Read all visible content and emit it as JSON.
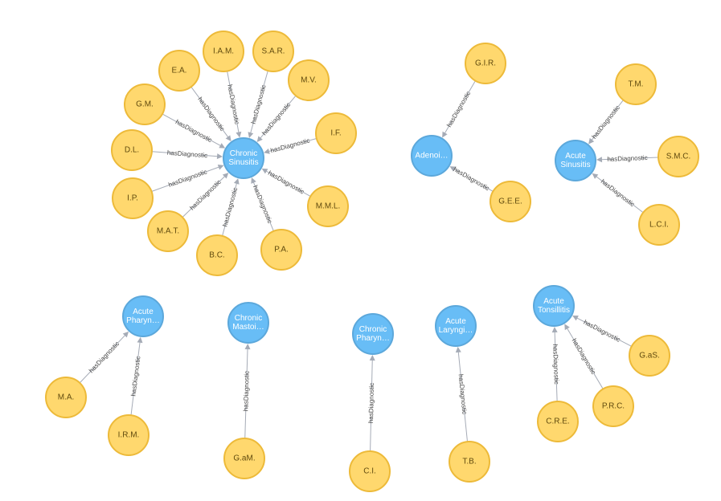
{
  "colors": {
    "disease_fill": "#68bdf6",
    "disease_stroke": "#5ca8db",
    "disease_text": "#ffffff",
    "patient_fill": "#ffd86e",
    "patient_stroke": "#edba39",
    "patient_text": "#604a0e",
    "edge": "#a5abb6"
  },
  "edge_label": "hasDiagnostic",
  "diseases": [
    {
      "id": "chronic_sinusitis",
      "lines": [
        "Chronic",
        "Sinusitis"
      ]
    },
    {
      "id": "adenoiditis",
      "lines": [
        "Adenoi…"
      ]
    },
    {
      "id": "acute_sinusitis",
      "lines": [
        "Acute",
        "Sinusitis"
      ]
    },
    {
      "id": "acute_pharyngitis",
      "lines": [
        "Acute",
        "Pharyn…"
      ]
    },
    {
      "id": "chronic_mastoiditis",
      "lines": [
        "Chronic",
        "Mastoi…"
      ]
    },
    {
      "id": "chronic_pharyngitis",
      "lines": [
        "Chronic",
        "Pharyn…"
      ]
    },
    {
      "id": "acute_laryngitis",
      "lines": [
        "Acute",
        "Laryngi…"
      ]
    },
    {
      "id": "acute_tonsillitis",
      "lines": [
        "Acute",
        "Tonsillitis"
      ]
    }
  ],
  "patients": [
    {
      "id": "IAM",
      "label": "I.A.M.",
      "diagnosis": "chronic_sinusitis"
    },
    {
      "id": "SAR",
      "label": "S.A.R.",
      "diagnosis": "chronic_sinusitis"
    },
    {
      "id": "EA",
      "label": "E.A.",
      "diagnosis": "chronic_sinusitis"
    },
    {
      "id": "MV",
      "label": "M.V.",
      "diagnosis": "chronic_sinusitis"
    },
    {
      "id": "GM",
      "label": "G.M.",
      "diagnosis": "chronic_sinusitis"
    },
    {
      "id": "IF",
      "label": "I.F.",
      "diagnosis": "chronic_sinusitis"
    },
    {
      "id": "DL",
      "label": "D.L.",
      "diagnosis": "chronic_sinusitis"
    },
    {
      "id": "IP",
      "label": "I.P.",
      "diagnosis": "chronic_sinusitis"
    },
    {
      "id": "MML",
      "label": "M.M.L.",
      "diagnosis": "chronic_sinusitis"
    },
    {
      "id": "MAT",
      "label": "M.A.T.",
      "diagnosis": "chronic_sinusitis"
    },
    {
      "id": "BC",
      "label": "B.C.",
      "diagnosis": "chronic_sinusitis"
    },
    {
      "id": "PA",
      "label": "P.A.",
      "diagnosis": "chronic_sinusitis"
    },
    {
      "id": "GIR",
      "label": "G.I.R.",
      "diagnosis": "adenoiditis"
    },
    {
      "id": "GEE",
      "label": "G.E.E.",
      "diagnosis": "adenoiditis"
    },
    {
      "id": "TM",
      "label": "T.M.",
      "diagnosis": "acute_sinusitis"
    },
    {
      "id": "SMC",
      "label": "S.M.C.",
      "diagnosis": "acute_sinusitis"
    },
    {
      "id": "LCI",
      "label": "L.C.I.",
      "diagnosis": "acute_sinusitis"
    },
    {
      "id": "MA",
      "label": "M.A.",
      "diagnosis": "acute_pharyngitis"
    },
    {
      "id": "IRM",
      "label": "I.R.M.",
      "diagnosis": "acute_pharyngitis"
    },
    {
      "id": "GaM",
      "label": "G.aM.",
      "diagnosis": "chronic_mastoiditis"
    },
    {
      "id": "CI",
      "label": "C.I.",
      "diagnosis": "chronic_pharyngitis"
    },
    {
      "id": "TB",
      "label": "T.B.",
      "diagnosis": "acute_laryngitis"
    },
    {
      "id": "GaS",
      "label": "G.aS.",
      "diagnosis": "acute_tonsillitis"
    },
    {
      "id": "PRC",
      "label": "P.R.C.",
      "diagnosis": "acute_tonsillitis"
    },
    {
      "id": "CRE",
      "label": "C.R.E.",
      "diagnosis": "acute_tonsillitis"
    }
  ]
}
